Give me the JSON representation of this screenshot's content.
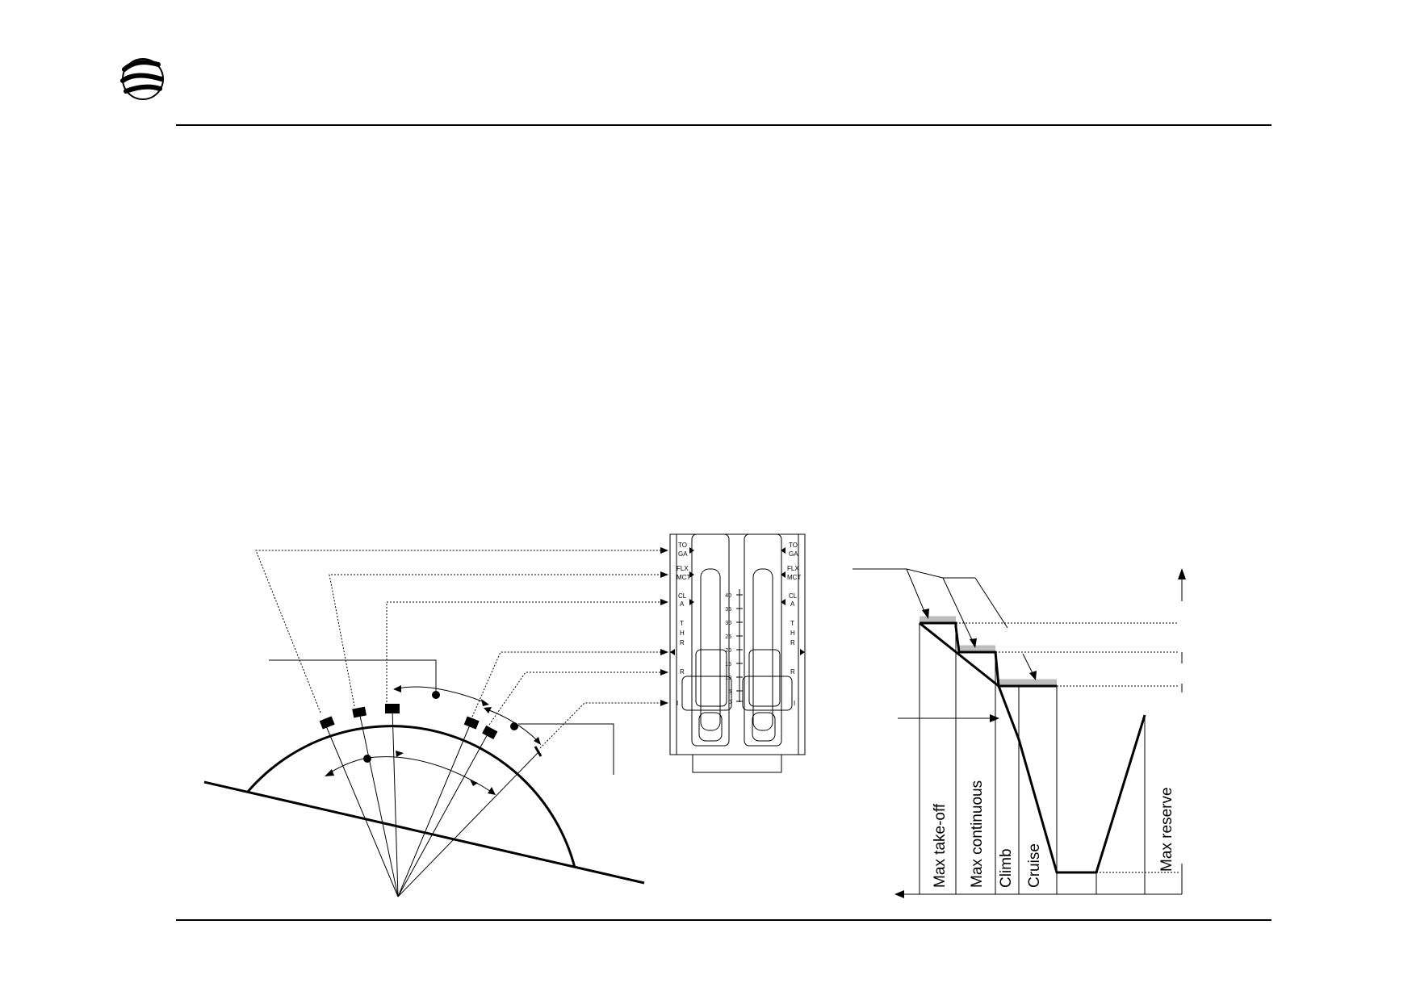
{
  "logo": {
    "icon": "swirl-logo-icon"
  },
  "throttle": {
    "detents_left": [
      "TO",
      "GA",
      "FLX",
      "MCT",
      "CL",
      "A",
      "T",
      "H",
      "R",
      "R",
      "I"
    ],
    "detents_right": [
      "TO",
      "GA",
      "FLX",
      "MCT",
      "CL",
      "A",
      "T",
      "H",
      "R",
      "R",
      "I"
    ],
    "scale": [
      "40",
      "35",
      "30",
      "25",
      "20",
      "15",
      "10",
      "5",
      "0"
    ]
  },
  "ratings": {
    "columns": [
      "Max take-off",
      "Max continuous",
      "Climb",
      "Cruise",
      "Max reserve"
    ]
  },
  "colors": {
    "ink": "#000000",
    "plateau": "#bdbdbd"
  }
}
